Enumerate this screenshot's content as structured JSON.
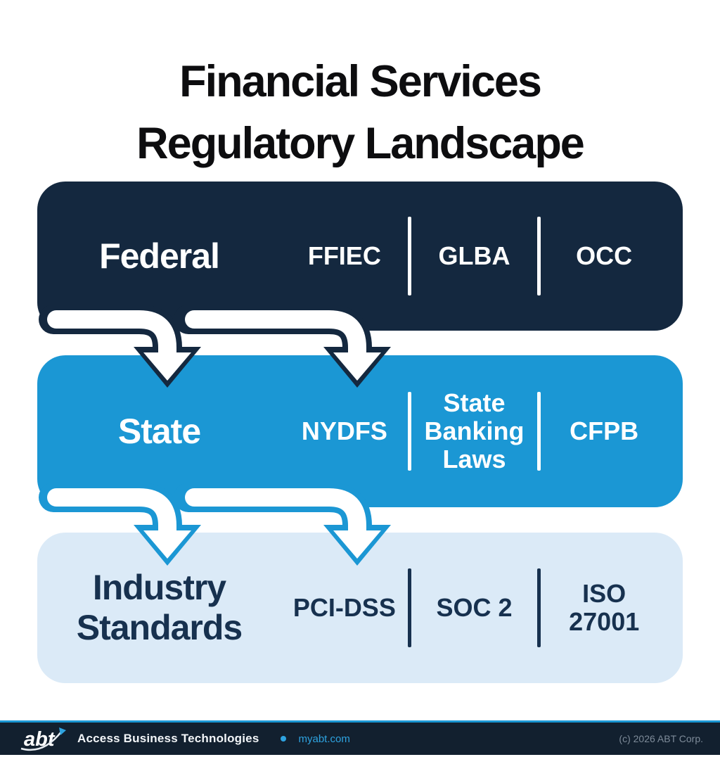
{
  "title": {
    "line1": "Financial Services",
    "line2": "Regulatory Landscape"
  },
  "tiers": [
    {
      "label": "Federal",
      "items": [
        "FFIEC",
        "GLBA",
        "OCC"
      ]
    },
    {
      "label": "State",
      "items": [
        "NYDFS",
        "State Banking Laws",
        "CFPB"
      ]
    },
    {
      "label": "Industry Standards",
      "items": [
        "PCI-DSS",
        "SOC 2",
        "ISO 27001"
      ]
    }
  ],
  "footer": {
    "logo_text": "abt",
    "company": "Access Business Technologies",
    "website": "myabt.com",
    "copyright": "(c) 2026 ABT Corp."
  },
  "colors": {
    "federal_band": "#14283f",
    "state_band": "#1b97d4",
    "industry_band": "#dbeaf7",
    "industry_text": "#17314f",
    "footer_bg": "#12202f",
    "footer_accent_line": "#1b97d4",
    "link_blue": "#2ea3e0",
    "copyright_gray": "#7e8b99"
  }
}
